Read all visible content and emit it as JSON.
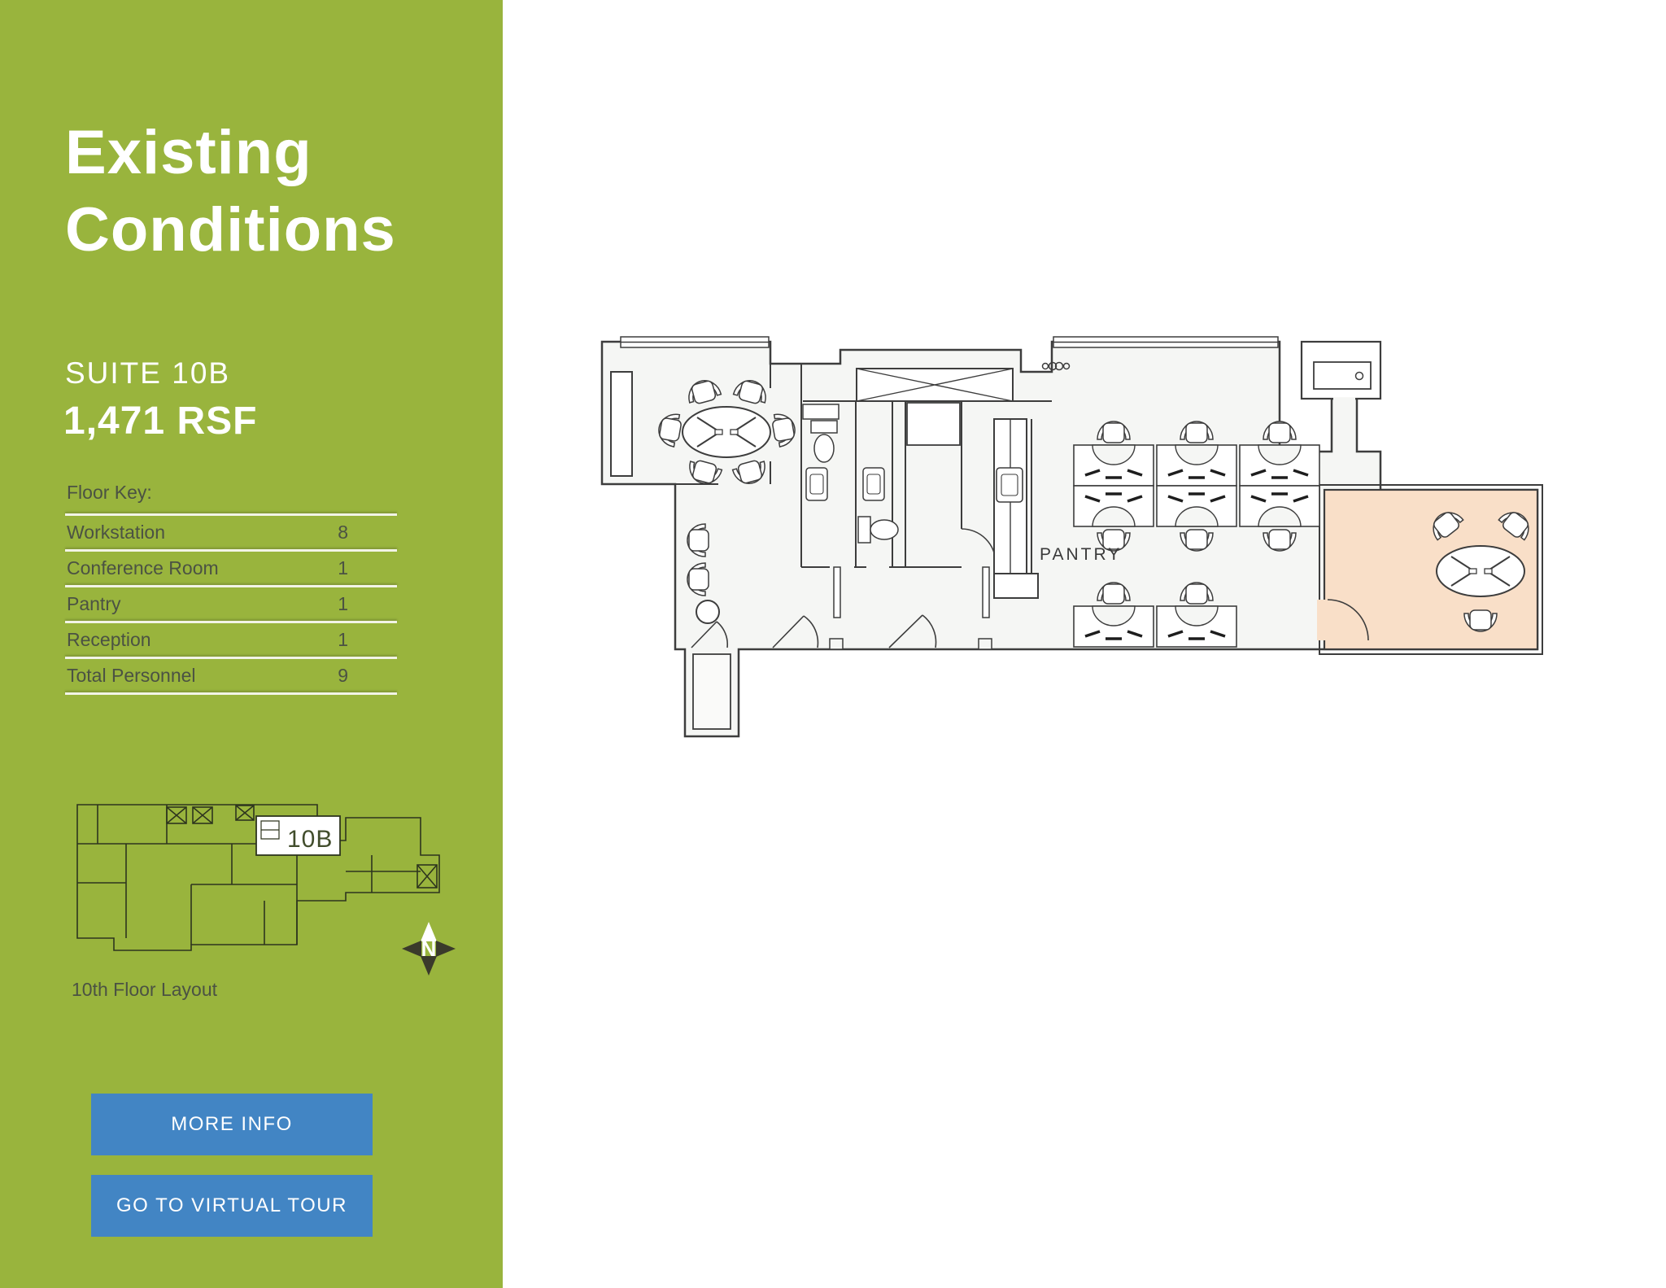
{
  "sidebar": {
    "title_line1": "Existing",
    "title_line2": "Conditions",
    "suite_label": "SUITE 10B",
    "rsf": "1,471 RSF",
    "floor_key_label": "Floor Key:",
    "floor_key": [
      {
        "label": "Workstation",
        "value": "8"
      },
      {
        "label": "Conference Room",
        "value": "1"
      },
      {
        "label": "Pantry",
        "value": "1"
      },
      {
        "label": "Reception",
        "value": "1"
      },
      {
        "label": "Total Personnel",
        "value": "9"
      }
    ],
    "thumbnail_caption": "10th Floor Layout",
    "thumbnail_suite_label": "10B",
    "compass_label": "N",
    "buttons": [
      {
        "label": "MORE INFO"
      },
      {
        "label": "GO TO VIRTUAL TOUR"
      }
    ],
    "colors": {
      "background_green": "#99b43d",
      "button_blue": "#4285c4",
      "text_light": "#ffffff",
      "text_dark": "#4b5243"
    }
  },
  "floor_plan": {
    "labels": {
      "pantry": "PANTRY"
    },
    "colors": {
      "floor": "#f5f6f4",
      "walls": "#3d3d3d",
      "highlight_reception": "#f9dfc8"
    }
  }
}
